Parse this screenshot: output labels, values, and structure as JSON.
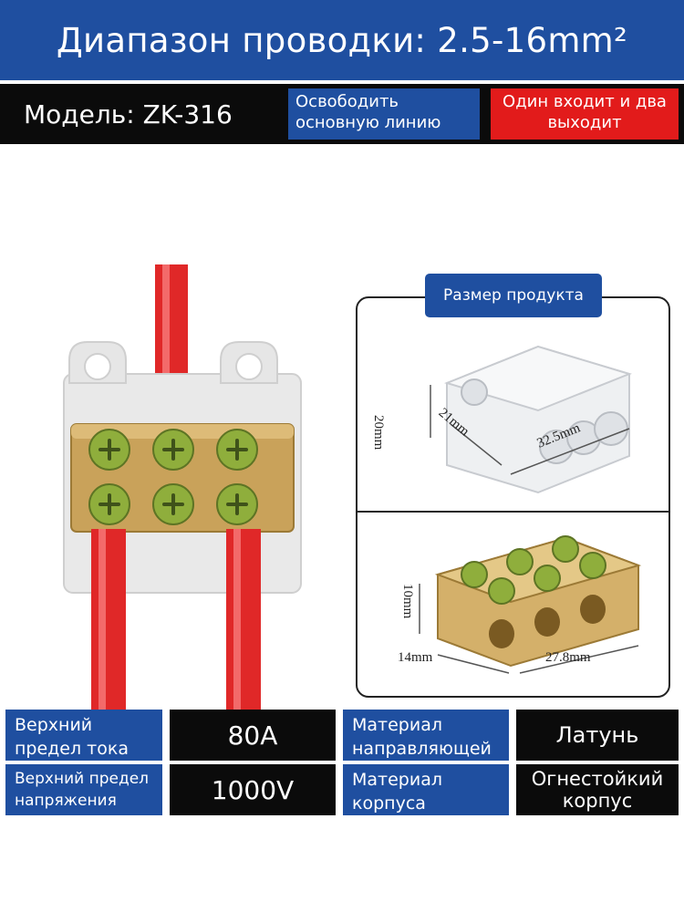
{
  "header": {
    "title": "Диапазон проводки: 2.5-16mm²"
  },
  "model_row": {
    "model": "Модель: ZK-316",
    "badge_blue": "Освободить основную линию",
    "badge_red": "Один входит и два выходит"
  },
  "size_panel": {
    "title": "Размер продукта",
    "white_dims": {
      "height": "20mm",
      "width": "21mm",
      "length": "32.5mm"
    },
    "brass_dims": {
      "height": "10mm",
      "width": "14mm",
      "length": "27.8mm"
    }
  },
  "specs": {
    "current_label": "Верхний предел тока",
    "current_value": "80A",
    "voltage_label": "Верхний предел напряжения",
    "voltage_value": "1000V",
    "rail_material_label": "Материал направляющей",
    "rail_material_value": "Латунь",
    "body_material_label": "Материал корпуса",
    "body_material_value": "Огнестойкий корпус"
  },
  "colors": {
    "header_blue": "#1f4fa0",
    "badge_red": "#e21b1b",
    "black": "#0b0b0b",
    "wire_red": "#e02828",
    "brass": "#c9a25a"
  }
}
